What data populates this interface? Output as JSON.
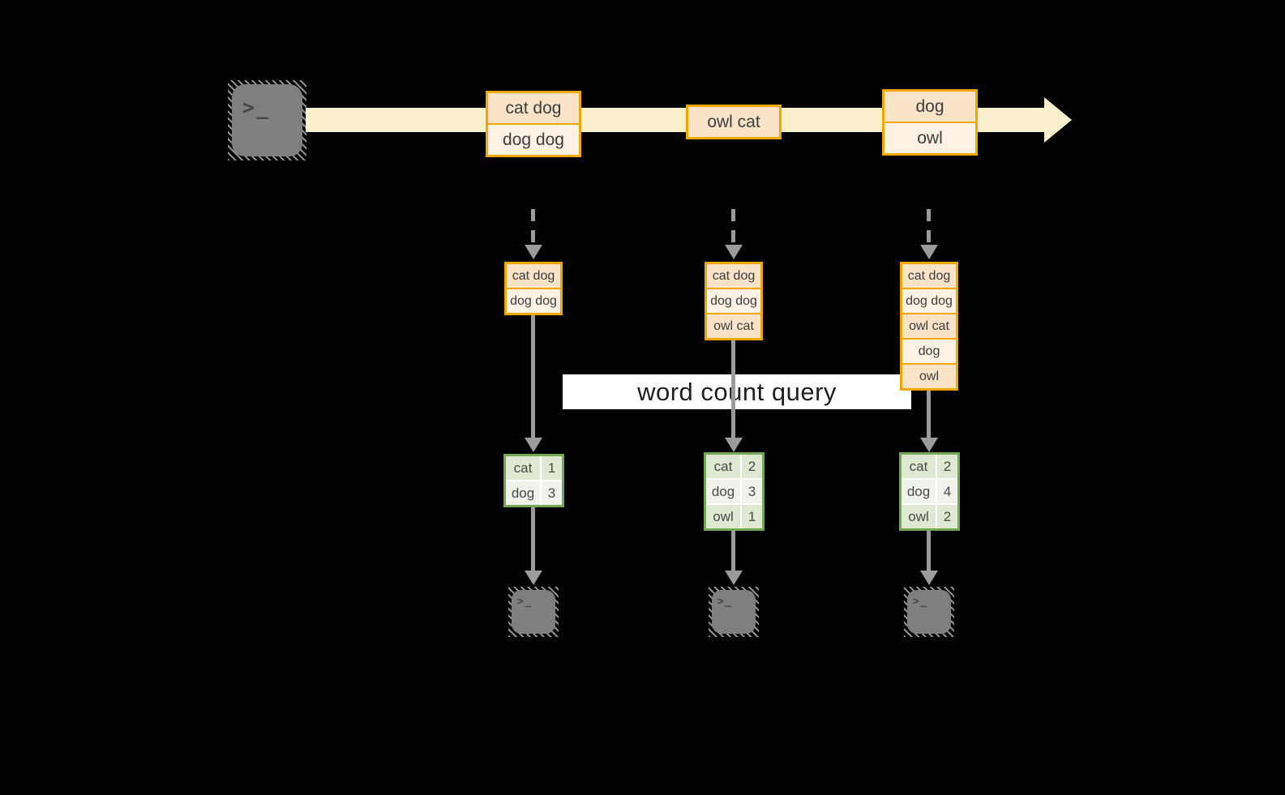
{
  "colors": {
    "canvas-bg": "#000000",
    "accent-orange": "#F1A700",
    "peach-fill": "#FAE3C6",
    "cream-fill": "#FDF2E3",
    "stream-band": "#FBF0CE",
    "accent-green": "#74A751",
    "sage-fill": "#DEE8D3",
    "sage-light-fill": "#EFF3EB",
    "arrow-gray": "#9B9B9B",
    "terminal-gray": "#7F7F7F",
    "glyph-dark": "#454545",
    "text-dark": "#3D3D3D",
    "query-bg": "#FFFFFF",
    "query-text": "#1F1F1F"
  },
  "query": {
    "label": "word count query"
  },
  "icons": {
    "terminal_prompt": ">_"
  },
  "stream": {
    "events": [
      {
        "lines": [
          "cat dog",
          "dog dog"
        ]
      },
      {
        "lines": [
          "owl cat"
        ]
      },
      {
        "lines": [
          "dog",
          "owl"
        ]
      }
    ]
  },
  "columns": [
    {
      "state": [
        "cat dog",
        "dog dog"
      ],
      "counts": [
        [
          "cat",
          "1"
        ],
        [
          "dog",
          "3"
        ]
      ]
    },
    {
      "state": [
        "cat dog",
        "dog dog",
        "owl cat"
      ],
      "counts": [
        [
          "cat",
          "2"
        ],
        [
          "dog",
          "3"
        ],
        [
          "owl",
          "1"
        ]
      ]
    },
    {
      "state": [
        "cat dog",
        "dog dog",
        "owl cat",
        "dog",
        "owl"
      ],
      "counts": [
        [
          "cat",
          "2"
        ],
        [
          "dog",
          "4"
        ],
        [
          "owl",
          "2"
        ]
      ]
    }
  ]
}
